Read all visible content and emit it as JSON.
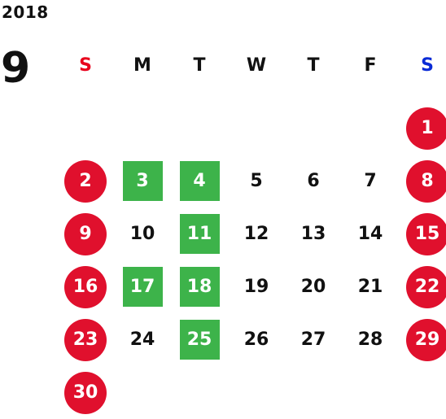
{
  "calendar": {
    "year": "2018",
    "month": "9",
    "weekdays": [
      {
        "label": "S",
        "color": "#e8001c"
      },
      {
        "label": "M",
        "color": "#111111"
      },
      {
        "label": "T",
        "color": "#111111"
      },
      {
        "label": "W",
        "color": "#111111"
      },
      {
        "label": "T",
        "color": "#111111"
      },
      {
        "label": "F",
        "color": "#111111"
      },
      {
        "label": "S",
        "color": "#0a2bd6"
      }
    ],
    "colors": {
      "holiday": "#e0102d",
      "highlight": "#3db34a",
      "text": "#111111"
    },
    "weeks": [
      [
        null,
        null,
        null,
        null,
        null,
        null,
        {
          "day": "1",
          "style": "holiday"
        }
      ],
      [
        {
          "day": "2",
          "style": "holiday"
        },
        {
          "day": "3",
          "style": "highlight"
        },
        {
          "day": "4",
          "style": "highlight"
        },
        {
          "day": "5",
          "style": "plain"
        },
        {
          "day": "6",
          "style": "plain"
        },
        {
          "day": "7",
          "style": "plain"
        },
        {
          "day": "8",
          "style": "holiday"
        }
      ],
      [
        {
          "day": "9",
          "style": "holiday"
        },
        {
          "day": "10",
          "style": "plain"
        },
        {
          "day": "11",
          "style": "highlight"
        },
        {
          "day": "12",
          "style": "plain"
        },
        {
          "day": "13",
          "style": "plain"
        },
        {
          "day": "14",
          "style": "plain"
        },
        {
          "day": "15",
          "style": "holiday"
        }
      ],
      [
        {
          "day": "16",
          "style": "holiday"
        },
        {
          "day": "17",
          "style": "highlight"
        },
        {
          "day": "18",
          "style": "highlight"
        },
        {
          "day": "19",
          "style": "plain"
        },
        {
          "day": "20",
          "style": "plain"
        },
        {
          "day": "21",
          "style": "plain"
        },
        {
          "day": "22",
          "style": "holiday"
        }
      ],
      [
        {
          "day": "23",
          "style": "holiday"
        },
        {
          "day": "24",
          "style": "plain"
        },
        {
          "day": "25",
          "style": "highlight"
        },
        {
          "day": "26",
          "style": "plain"
        },
        {
          "day": "27",
          "style": "plain"
        },
        {
          "day": "28",
          "style": "plain"
        },
        {
          "day": "29",
          "style": "holiday"
        }
      ],
      [
        {
          "day": "30",
          "style": "holiday"
        },
        null,
        null,
        null,
        null,
        null,
        null
      ]
    ]
  }
}
